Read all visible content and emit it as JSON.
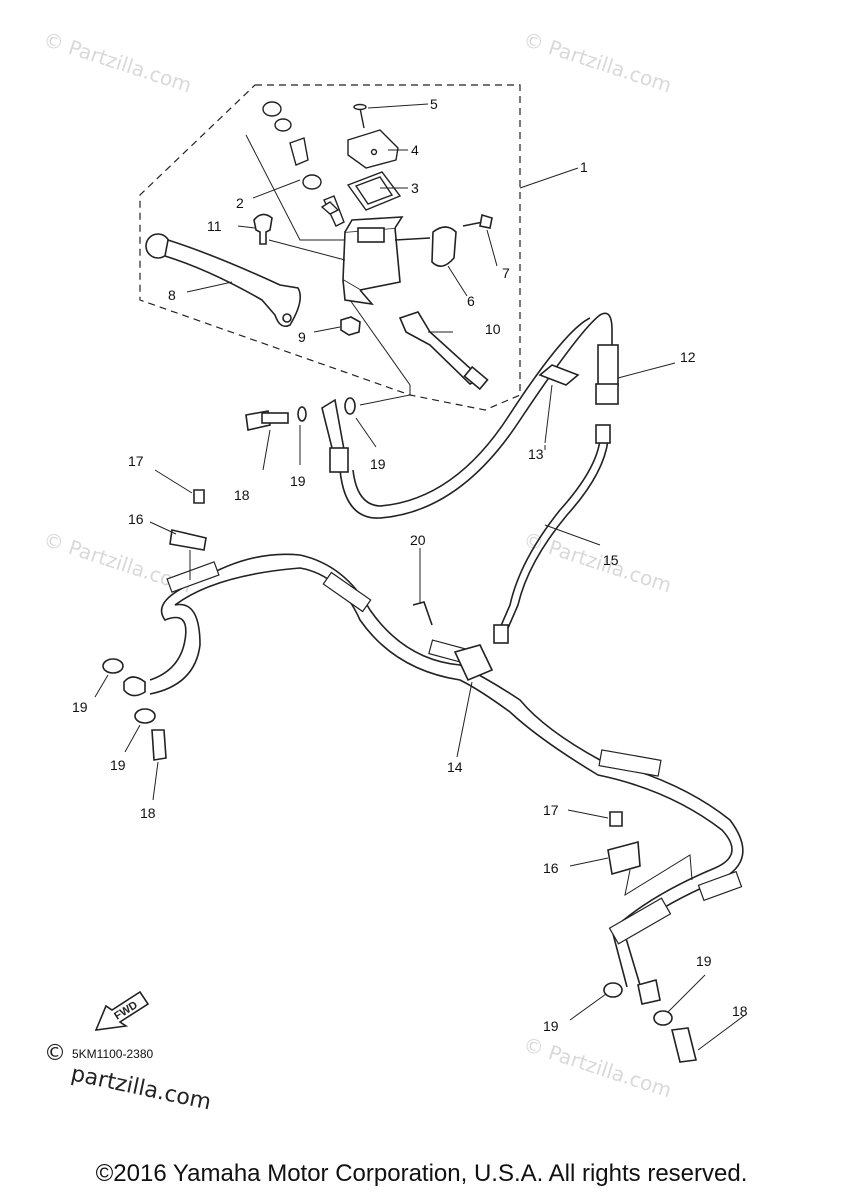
{
  "watermark": {
    "text": "© Partzilla.com",
    "logo_symbol": "©",
    "logo_text": "partzilla.com"
  },
  "diagram_code": "5KM1100-2380",
  "fwd_label": "FWD",
  "copyright": "©2016 Yamaha Motor Corporation, U.S.A. All rights reserved.",
  "callouts": {
    "c1": "1",
    "c2": "2",
    "c3": "3",
    "c4": "4",
    "c5": "5",
    "c6": "6",
    "c7": "7",
    "c8": "8",
    "c9": "9",
    "c10": "10",
    "c11": "11",
    "c12": "12",
    "c13": "13",
    "c14": "14",
    "c15": "15",
    "c16a": "16",
    "c16b": "16",
    "c17a": "17",
    "c17b": "17",
    "c18a": "18",
    "c18b": "18",
    "c18c": "18",
    "c19a": "19",
    "c19b": "19",
    "c19c": "19",
    "c19d": "19",
    "c19e": "19",
    "c19f": "19",
    "c20": "20"
  }
}
